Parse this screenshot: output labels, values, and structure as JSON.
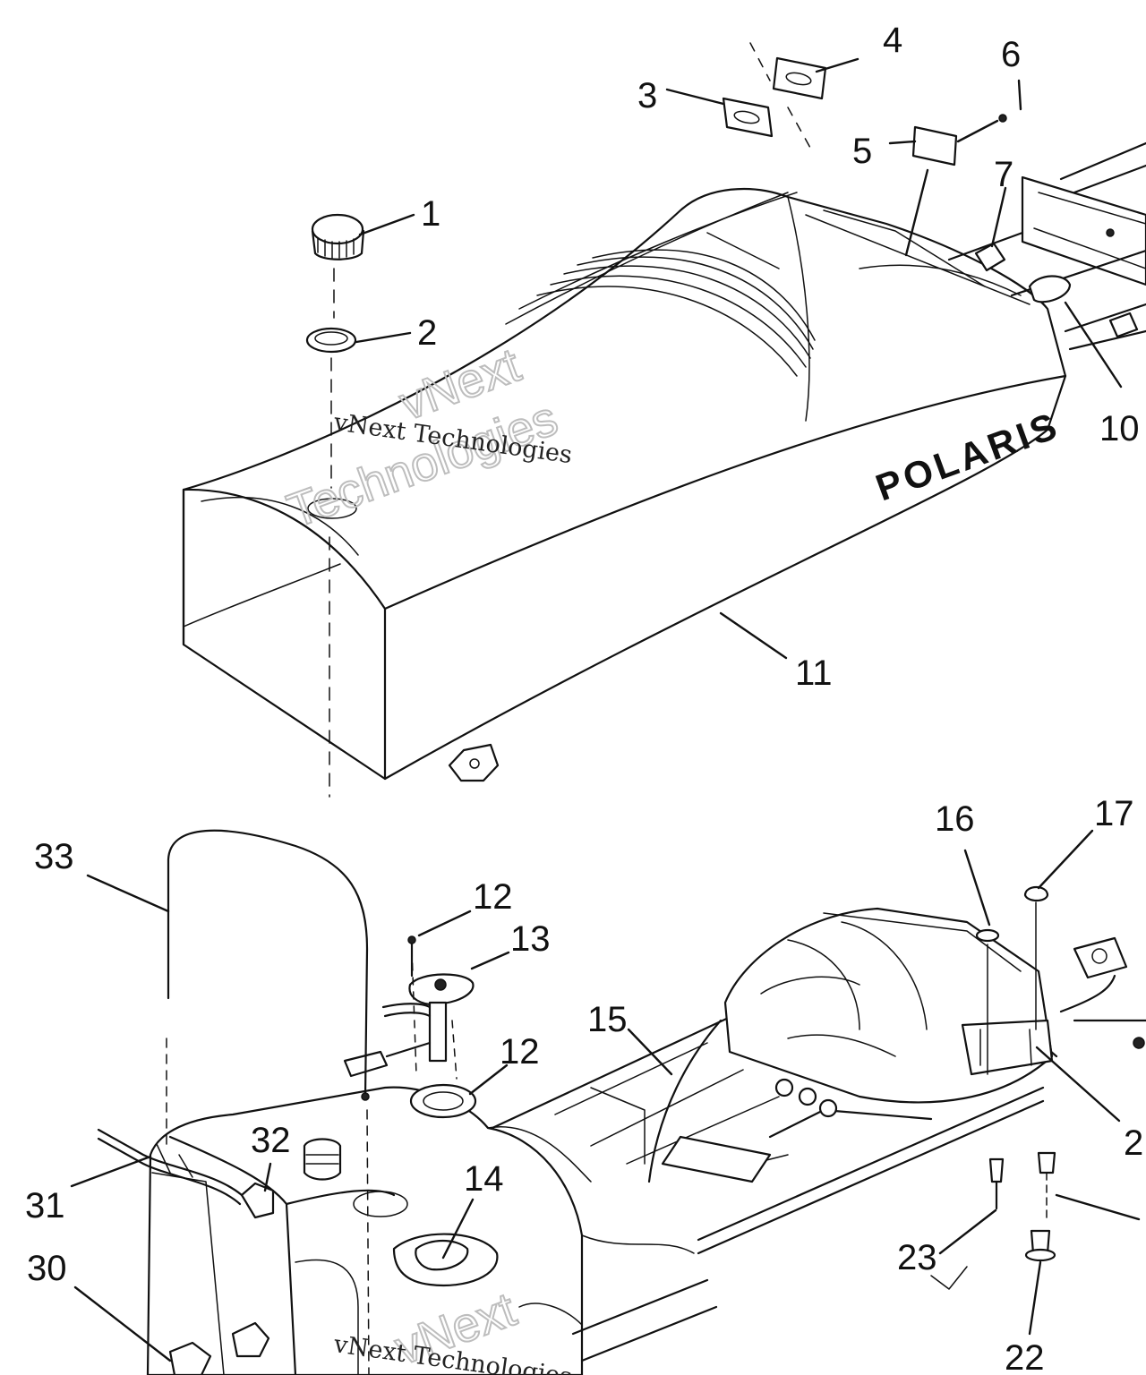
{
  "brand": {
    "logo_text": "POLARIS"
  },
  "watermark": {
    "line1": "vNext Technologies",
    "line2": "vNext",
    "line3": "Technologies"
  },
  "callouts": {
    "c1": "1",
    "c2": "2",
    "c3": "3",
    "c4": "4",
    "c5": "5",
    "c6": "6",
    "c7": "7",
    "c10": "10",
    "c11": "11",
    "c12a": "12",
    "c12b": "12",
    "c13": "13",
    "c14": "14",
    "c15": "15",
    "c16": "16",
    "c17": "17",
    "c21": "2",
    "c22": "22",
    "c23": "23",
    "c30": "30",
    "c31": "31",
    "c32": "32",
    "c33": "33"
  }
}
